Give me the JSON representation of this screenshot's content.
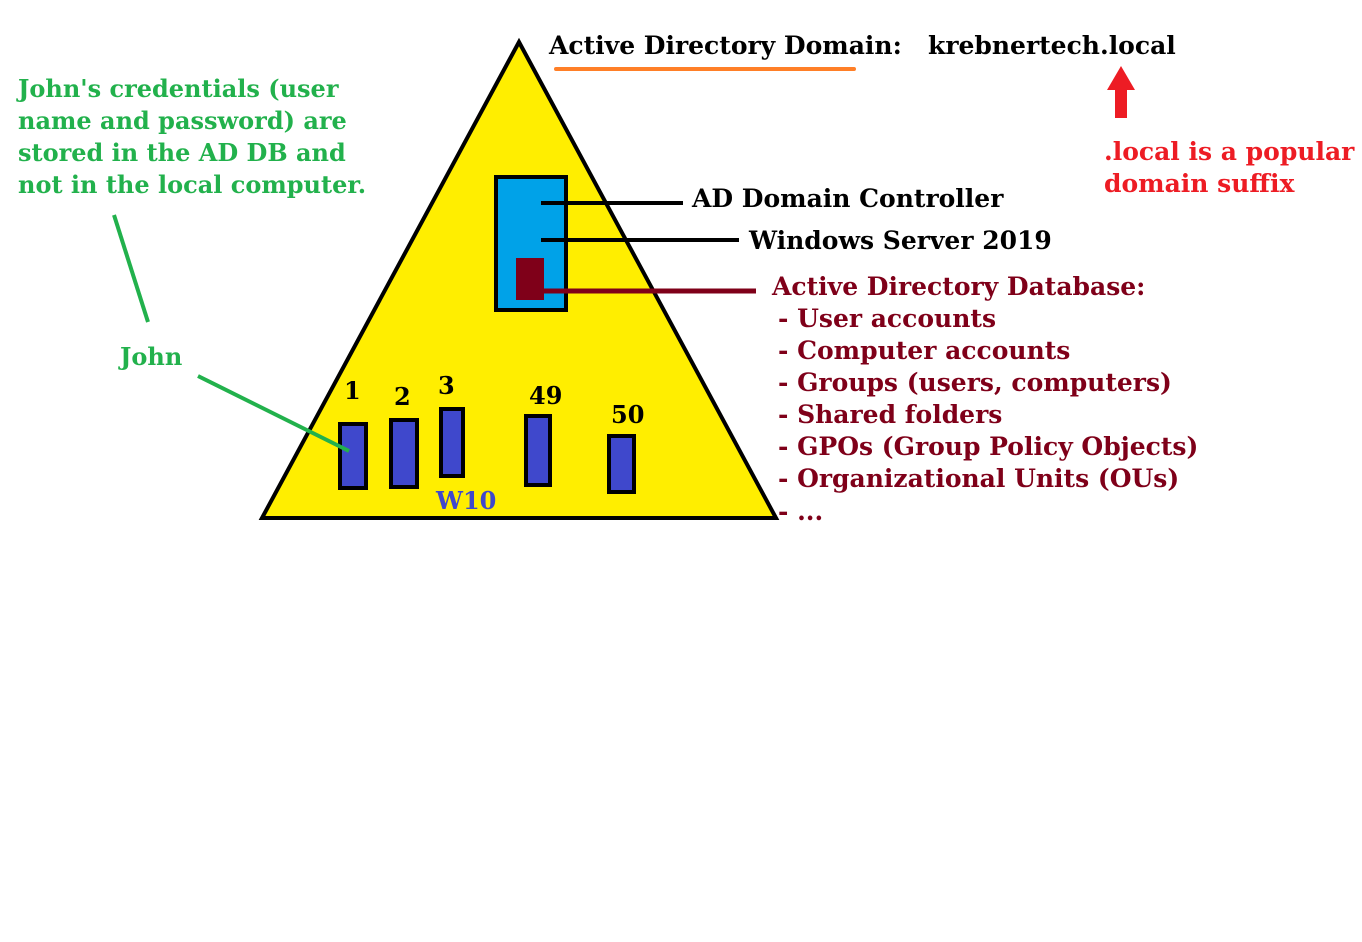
{
  "domain_label": "Active Directory Domain:",
  "domain_name": "krebnertech.local",
  "suffix_note": {
    "lines": [
      ".local is a popular",
      "domain suffix"
    ]
  },
  "dc_label": "AD Domain Controller",
  "os_label": "Windows Server 2019",
  "database": {
    "title": "Active Directory Database:",
    "items": [
      "- User accounts",
      "- Computer accounts",
      "- Groups (users, computers)",
      "- Shared folders",
      "- GPOs (Group Policy Objects)",
      "- Organizational Units (OUs)",
      "- ..."
    ]
  },
  "credentials_note": {
    "lines": [
      "John's credentials (user",
      "name and password) are",
      "stored in the AD DB and",
      "not in the local computer."
    ]
  },
  "user_label": "John",
  "workstations": [
    "1",
    "2",
    "3",
    "49",
    "50"
  ],
  "os_workstation_label": "W10",
  "colors": {
    "domain_fill": "#ffee00",
    "server_fill": "#00a2e8",
    "database_fill": "#7f0019",
    "workstation_fill": "#3f48cc",
    "green_text": "#22b14c",
    "red_text": "#ed1c24",
    "orange_underline": "#ff7f27",
    "w10_text": "#3f48cc"
  }
}
